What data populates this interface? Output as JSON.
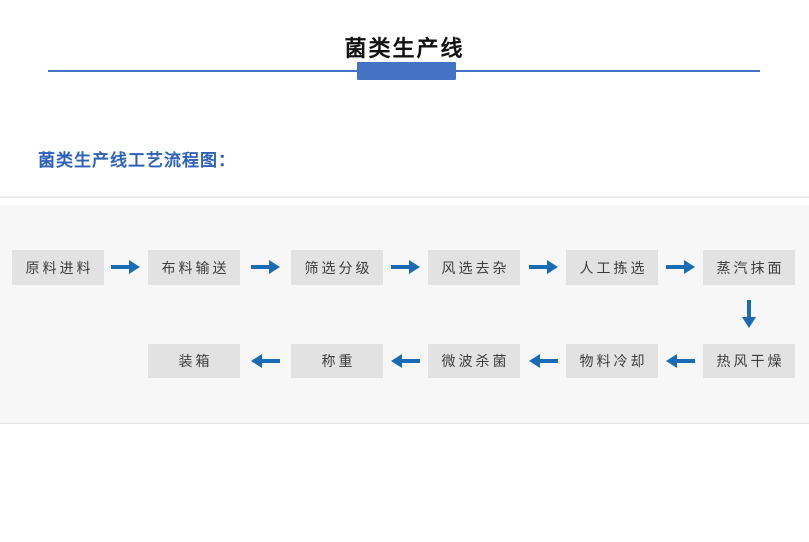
{
  "header": {
    "title": "菌类生产线"
  },
  "section": {
    "heading": "菌类生产线工艺流程图："
  },
  "flow": {
    "row1_steps": [
      "原料进料",
      "布料输送",
      "筛选分级",
      "风选去杂",
      "人工拣选",
      "蒸汽抹面"
    ],
    "row1_arrow_direction": "right",
    "connector_arrow_direction": "down",
    "row2_steps": [
      "装箱",
      "称重",
      "微波杀菌",
      "物料冷却",
      "热风干燥"
    ],
    "row2_arrow_direction": "left",
    "process_order": [
      "原料进料",
      "布料输送",
      "筛选分级",
      "风选去杂",
      "人工拣选",
      "蒸汽抹面",
      "热风干燥",
      "物料冷却",
      "微波杀菌",
      "称重",
      "装箱"
    ]
  },
  "colors": {
    "accent": "#4472C4",
    "heading": "#2E62BA",
    "arrow": "#1A6BB5",
    "box_bg": "#E2E2E2",
    "box_text": "#3D3D3D",
    "panel_bg": "#F7F7F7",
    "panel_border": "#E4E4E4",
    "title_text": "#111111"
  }
}
